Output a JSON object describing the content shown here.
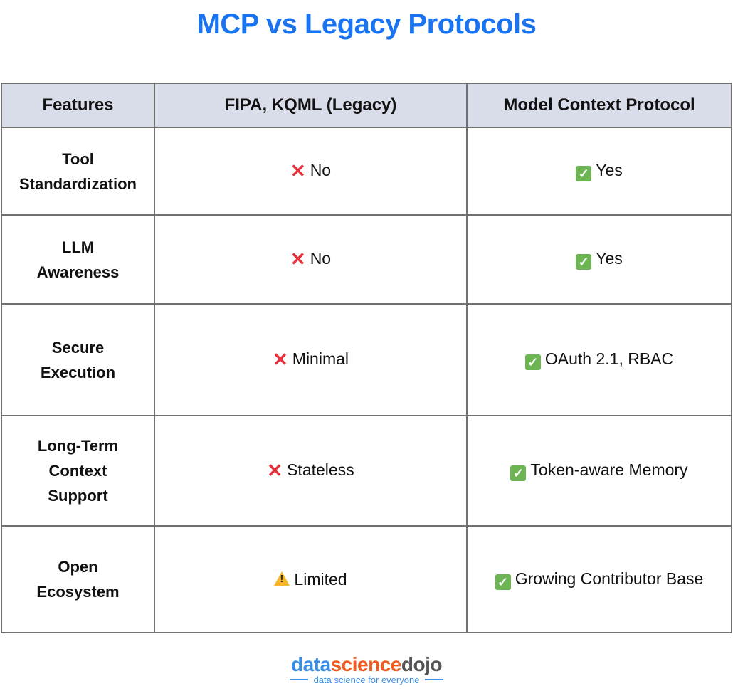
{
  "title": "MCP vs Legacy Protocols",
  "table": {
    "headers": [
      "Features",
      "FIPA, KQML (Legacy)",
      "Model Context Protocol"
    ],
    "rows": [
      {
        "feature": [
          "Tool",
          "Standardization"
        ],
        "legacy": {
          "icon": "cross-icon",
          "text": "No"
        },
        "mcp": {
          "icon": "check-icon",
          "text": "Yes"
        },
        "height": 123
      },
      {
        "feature": [
          "LLM",
          "Awareness"
        ],
        "legacy": {
          "icon": "cross-icon",
          "text": "No"
        },
        "mcp": {
          "icon": "check-icon",
          "text": "Yes"
        },
        "height": 125
      },
      {
        "feature": [
          "Secure",
          "Execution"
        ],
        "legacy": {
          "icon": "cross-icon",
          "text": "Minimal"
        },
        "mcp": {
          "icon": "check-icon",
          "text": "OAuth 2.1, RBAC"
        },
        "height": 157
      },
      {
        "feature": [
          "Long-Term",
          "Context",
          "Support"
        ],
        "legacy": {
          "icon": "cross-icon",
          "text": "Stateless"
        },
        "mcp": {
          "icon": "check-icon",
          "text": "Token-aware Memory"
        },
        "height": 155
      },
      {
        "feature": [
          "Open",
          "Ecosystem"
        ],
        "legacy": {
          "icon": "warning-icon",
          "text": "Limited"
        },
        "mcp": {
          "icon": "check-icon",
          "text": "Growing Contributor Base"
        },
        "height": 150
      }
    ]
  },
  "logo": {
    "part1": "data",
    "part2": "science",
    "part3": "dojo",
    "tagline": "data science for everyone"
  },
  "colors": {
    "title": "#1a73f0",
    "header_bg": "#d9dce9",
    "cross": "#e5303c",
    "check": "#6db552",
    "warning": "#f5b82a"
  }
}
